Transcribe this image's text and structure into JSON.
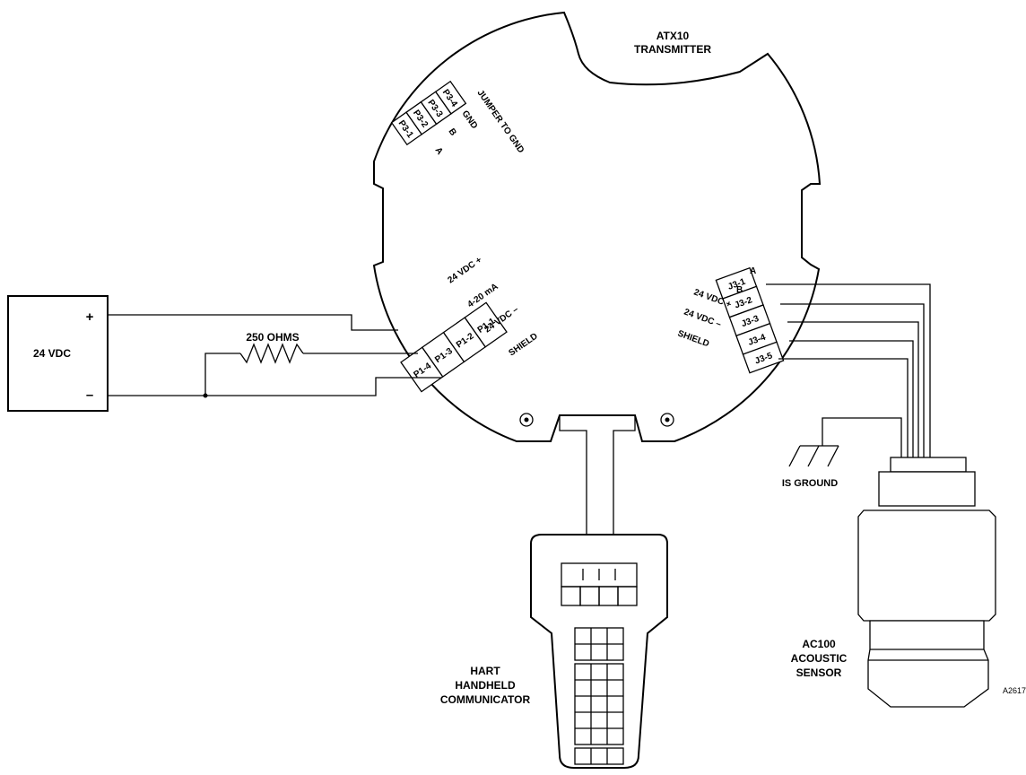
{
  "transmitter": {
    "title_line1": "ATX10",
    "title_line2": "TRANSMITTER",
    "p3": {
      "terminals": [
        "P3-1",
        "P3-2",
        "P3-3",
        "P3-4"
      ],
      "labels": [
        "A",
        "B",
        "GND",
        "JUMPER TO GND"
      ]
    },
    "p1": {
      "terminals": [
        "P1-4",
        "P1-3",
        "P1-2",
        "P1-1"
      ],
      "labels": [
        "24 VDC +",
        "4-20 mA",
        "24 VDC –",
        "SHIELD"
      ]
    },
    "j3": {
      "terminals": [
        "J3-1",
        "J3-2",
        "J3-3",
        "J3-4",
        "J3-5"
      ],
      "labels": [
        "A",
        "B",
        "24 VDC +",
        "24 VDC –",
        "SHIELD"
      ]
    }
  },
  "power_supply": {
    "label": "24 VDC",
    "plus": "+",
    "minus": "–"
  },
  "resistor": {
    "label": "250 OHMS"
  },
  "ground": {
    "label": "IS GROUND"
  },
  "communicator": {
    "line1": "HART",
    "line2": "HANDHELD",
    "line3": "COMMUNICATOR"
  },
  "sensor": {
    "line1": "AC100",
    "line2": "ACOUSTIC",
    "line3": "SENSOR"
  },
  "figure_ref": "A2617"
}
